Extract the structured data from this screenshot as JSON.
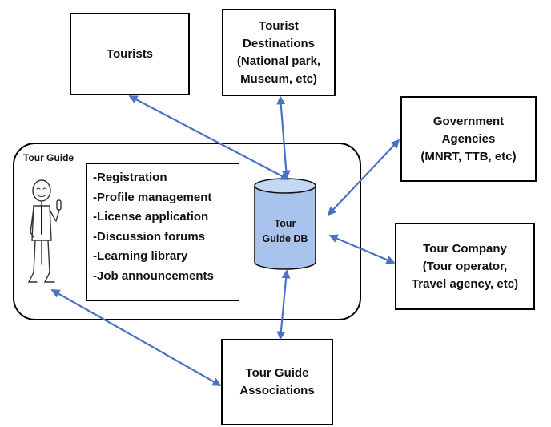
{
  "boxes": {
    "tourists": "Tourists",
    "destinations": "Tourist\nDestinations\n(National park,\nMuseum, etc)",
    "government": "Government\nAgencies\n(MNRT, TTB, etc)",
    "company": "Tour Company\n(Tour operator,\nTravel agency, etc)",
    "associations": "Tour Guide\nAssociations"
  },
  "tour_guide": {
    "title": "Tour Guide",
    "functions": [
      "-Registration",
      "-Profile management",
      "-License application",
      "-Discussion forums",
      "-Learning library",
      "-Job announcements"
    ]
  },
  "database": {
    "line1": "Tour",
    "line2": "Guide DB"
  },
  "colors": {
    "arrow": "#4a72c4",
    "db_fill": "#a9c4ec",
    "db_stroke": "#111111"
  }
}
